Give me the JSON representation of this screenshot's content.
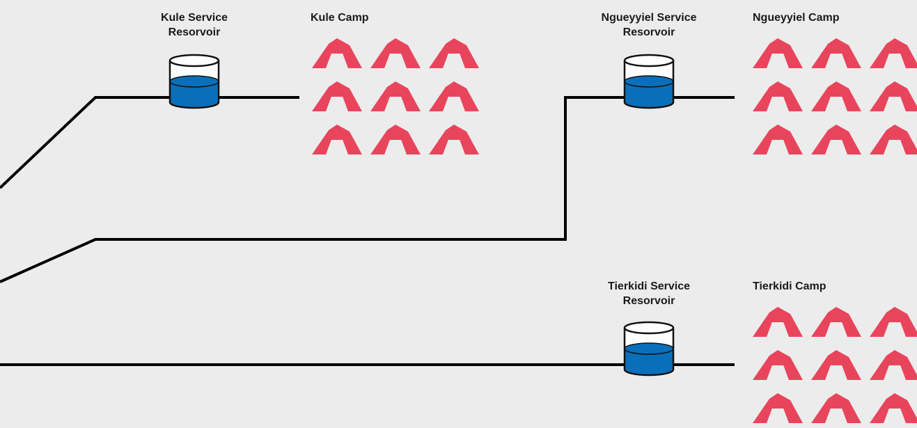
{
  "sites": [
    {
      "reservoir_label": [
        "Kule Service",
        "Resorvoir"
      ],
      "camp_label": "Kule Camp"
    },
    {
      "reservoir_label": [
        "Ngueyyiel Service",
        "Resorvoir"
      ],
      "camp_label": "Ngueyyiel Camp"
    },
    {
      "reservoir_label": [
        "Tierkidi Service",
        "Resorvoir"
      ],
      "camp_label": "Tierkidi Camp"
    }
  ],
  "icons": {
    "reservoir": "water-tank-icon",
    "tent": "tent-icon"
  },
  "colors": {
    "background": "#ececec",
    "pipe": "#000000",
    "water": "#0a6fba",
    "tank_outline": "#111111",
    "tent": "#e8455d"
  }
}
